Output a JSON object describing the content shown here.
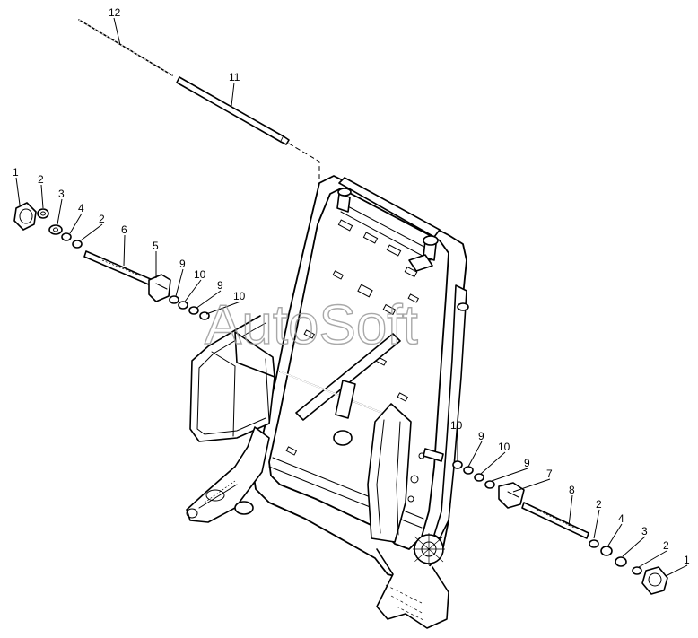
{
  "watermark": "AutoSoft",
  "callouts": {
    "c12": "12",
    "c11": "11",
    "l1": "1",
    "l2a": "2",
    "l3": "3",
    "l4": "4",
    "l2b": "2",
    "l6": "6",
    "l5": "5",
    "l9a": "9",
    "l10a": "10",
    "l9b": "9",
    "l10b": "10",
    "r10a": "10",
    "r9a": "9",
    "r10b": "10",
    "r9b": "9",
    "r7": "7",
    "r8": "8",
    "r2a": "2",
    "r4": "4",
    "r3": "3",
    "r2b": "2",
    "r1": "1"
  }
}
